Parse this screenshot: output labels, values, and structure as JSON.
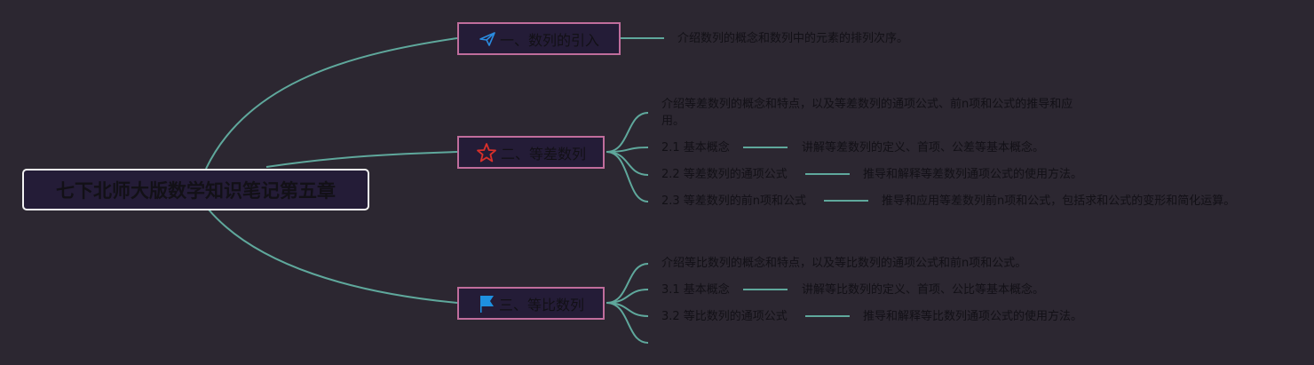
{
  "root": {
    "title": "七下北师大版数学知识笔记第五章"
  },
  "branches": [
    {
      "label": "一、数列的引入",
      "icon": "paper-plane-icon",
      "desc": "介绍数列的概念和数列中的元素的排列次序。"
    },
    {
      "label": "二、等差数列",
      "icon": "star-icon",
      "desc_line1": "介绍等差数列的概念和特点，以及等差数列的通项公式、前n项和公式的推导和应",
      "desc_line2": "用。",
      "children": [
        {
          "title": "2.1 基本概念",
          "desc": "讲解等差数列的定义、首项、公差等基本概念。"
        },
        {
          "title": "2.2 等差数列的通项公式",
          "desc": "推导和解释等差数列通项公式的使用方法。"
        },
        {
          "title": "2.3 等差数列的前n项和公式",
          "desc": "推导和应用等差数列前n项和公式，包括求和公式的变形和简化运算。"
        }
      ]
    },
    {
      "label": "三、等比数列",
      "icon": "flag-icon",
      "desc": "介绍等比数列的概念和特点，以及等比数列的通项公式和前n项和公式。",
      "children": [
        {
          "title": "3.1 基本概念",
          "desc": "讲解等比数列的定义、首项、公比等基本概念。"
        },
        {
          "title": "3.2 等比数列的通项公式",
          "desc": "推导和解释等比数列通项公式的使用方法。"
        }
      ]
    }
  ],
  "colors": {
    "background": "#2c2731",
    "connector": "#5fa89c",
    "node_border": "#c06d9c",
    "root_border": "#f2f2f2"
  }
}
